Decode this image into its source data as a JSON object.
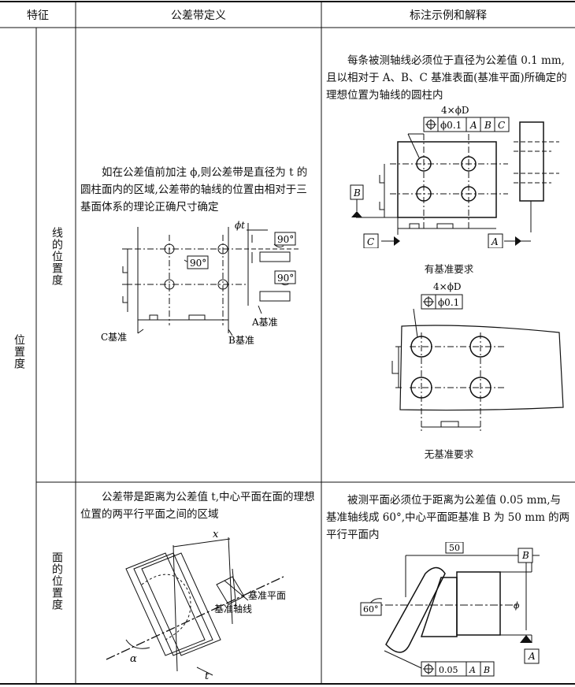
{
  "header": {
    "col1": "特征",
    "col2": "公差带定义",
    "col3": "标注示例和解释"
  },
  "category": "位置度",
  "row_line": {
    "label": "线的位置度",
    "definition": "如在公差值前加注 ϕ,则公差带是直径为 t 的圆柱面内的区域,公差带的轴线的位置由相对于三基面体系的理论正确尺寸确定",
    "fig_labels": {
      "phi_t": "ϕt",
      "angle1": "90°",
      "angle2": "90°",
      "angle3": "90°",
      "a_datum": "A基准",
      "b_datum": "B基准",
      "c_datum": "C基准"
    },
    "example_text": "每条被测轴线必须位于直径为公差值 0.1 mm,且以相对于 A、B、C 基准表面(基准平面)所确定的理想位置为轴线的圆柱内",
    "example1": {
      "count": "4×ϕD",
      "tol": "ϕ0.1",
      "ref1": "A",
      "ref2": "B",
      "ref3": "C",
      "datum_b": "B",
      "datum_c": "C",
      "datum_a": "A",
      "caption": "有基准要求"
    },
    "example2": {
      "count": "4×ϕD",
      "tol": "ϕ0.1",
      "caption": "无基准要求"
    }
  },
  "row_plane": {
    "label": "面的位置度",
    "definition": "公差带是距离为公差值 t,中心平面在面的理想位置的两平行平面之间的区域",
    "fig_labels": {
      "x": "x",
      "alpha": "α",
      "t": "t",
      "ref_plane": "基准平面",
      "ref_axis": "基准轴线"
    },
    "example_text": "被测平面必须位于距离为公差值 0.05 mm,与基准轴线成 60°,中心平面距基准 B 为 50 mm 的两平行平面内",
    "example": {
      "dim": "50",
      "angle": "60°",
      "phi": "ϕ",
      "datum_b": "B",
      "datum_a": "A",
      "tol": "0.05",
      "ref1": "A",
      "ref2": "B"
    }
  }
}
